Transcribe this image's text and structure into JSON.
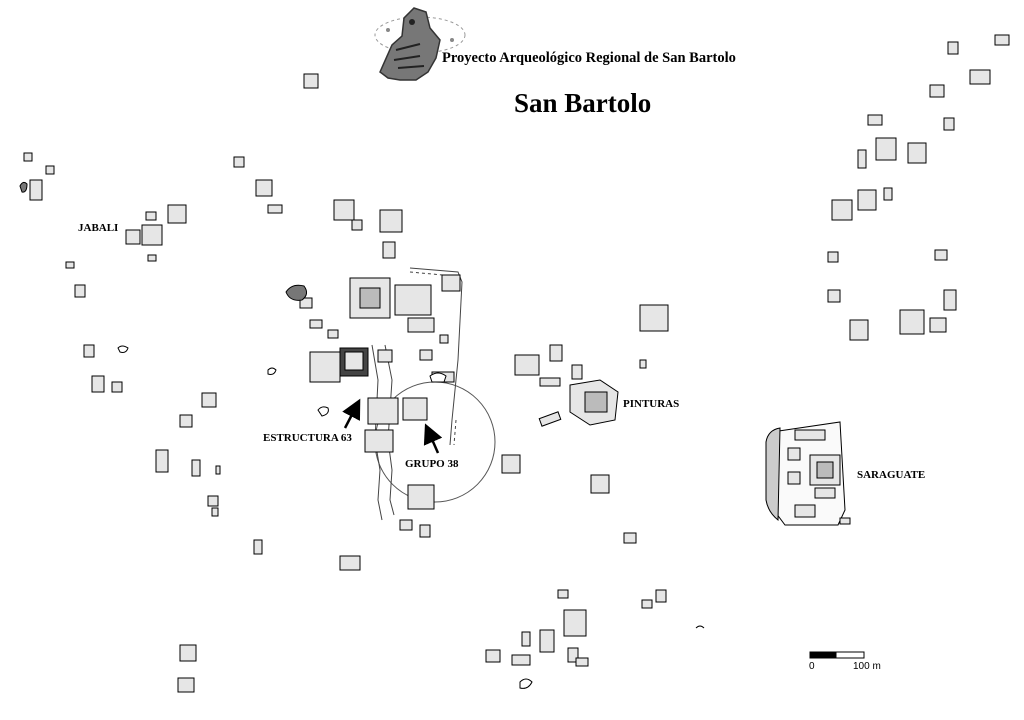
{
  "header": {
    "project_title": "Proyecto Arqueológico Regional de San Bartolo",
    "site_title": "San Bartolo"
  },
  "groups": {
    "jabali": "JABALI",
    "pinturas": "PINTURAS",
    "saraguate": "SARAGUATE",
    "estructura_63": "ESTRUCTURA 63",
    "grupo_38": "GRUPO 38"
  },
  "scale_bar": {
    "start": "0",
    "end": "100 m"
  },
  "logo": {
    "icon": "maya-glyph-logo-icon"
  },
  "colors": {
    "ink": "#000000",
    "structure_fill": "#e6e6e6",
    "rock_fill": "#777777"
  }
}
